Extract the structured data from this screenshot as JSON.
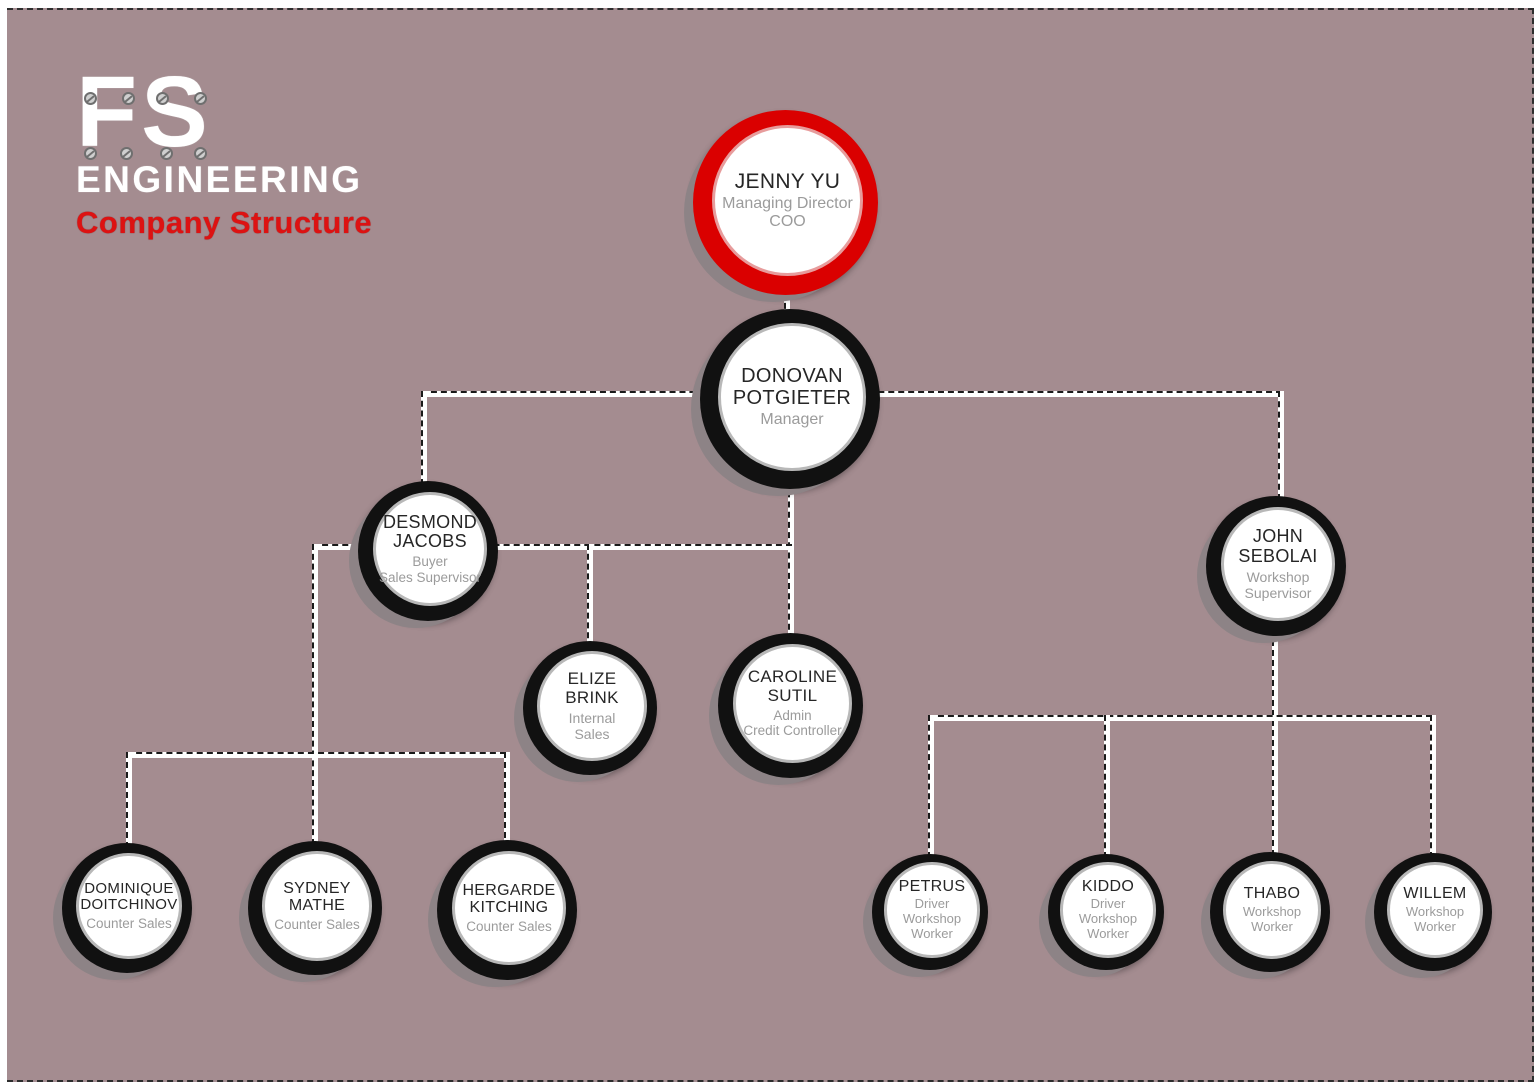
{
  "logo": {
    "line1": "FS",
    "line2": "ENGINEERING",
    "subtitle": "Company Structure"
  },
  "colors": {
    "background": "#a48c90",
    "accent_red": "#da0000",
    "ring_black": "#111111",
    "node_fill": "#ffffff",
    "name_text": "#262626",
    "title_text": "#9b9b9b",
    "connector": "#ffffff"
  },
  "org_chart": {
    "nodes": [
      {
        "id": "jenny-yu",
        "name": "JENNY YU",
        "title": "Managing Director\nCOO",
        "ring": "red",
        "parent": null
      },
      {
        "id": "donovan-potgieter",
        "name": "DONOVAN\nPOTGIETER",
        "title": "Manager",
        "ring": "black",
        "parent": "jenny-yu"
      },
      {
        "id": "desmond-jacobs",
        "name": "DESMOND\nJACOBS",
        "title": "Buyer\nSales Supervisor",
        "ring": "black",
        "parent": "donovan-potgieter"
      },
      {
        "id": "john-sebolai",
        "name": "JOHN\nSEBOLAI",
        "title": "Workshop\nSupervisor",
        "ring": "black",
        "parent": "donovan-potgieter"
      },
      {
        "id": "elize-brink",
        "name": "ELIZE\nBRINK",
        "title": "Internal\nSales",
        "ring": "black",
        "parent": "donovan-potgieter"
      },
      {
        "id": "caroline-sutil",
        "name": "CAROLINE\nSUTIL",
        "title": "Admin\nCredit Controller",
        "ring": "black",
        "parent": "donovan-potgieter"
      },
      {
        "id": "dominique-doitchinov",
        "name": "DOMINIQUE\nDOITCHINOV",
        "title": "Counter Sales",
        "ring": "black",
        "parent": "desmond-jacobs"
      },
      {
        "id": "sydney-mathe",
        "name": "SYDNEY\nMATHE",
        "title": "Counter Sales",
        "ring": "black",
        "parent": "desmond-jacobs"
      },
      {
        "id": "hergarde-kitching",
        "name": "HERGARDE\nKITCHING",
        "title": "Counter Sales",
        "ring": "black",
        "parent": "desmond-jacobs"
      },
      {
        "id": "petrus",
        "name": "PETRUS",
        "title": "Driver\nWorkshop\nWorker",
        "ring": "black",
        "parent": "john-sebolai"
      },
      {
        "id": "kiddo",
        "name": "KIDDO",
        "title": "Driver\nWorkshop\nWorker",
        "ring": "black",
        "parent": "john-sebolai"
      },
      {
        "id": "thabo",
        "name": "THABO",
        "title": "Workshop\nWorker",
        "ring": "black",
        "parent": "john-sebolai"
      },
      {
        "id": "willem",
        "name": "WILLEM",
        "title": "Workshop\nWorker",
        "ring": "black",
        "parent": "john-sebolai"
      }
    ]
  }
}
